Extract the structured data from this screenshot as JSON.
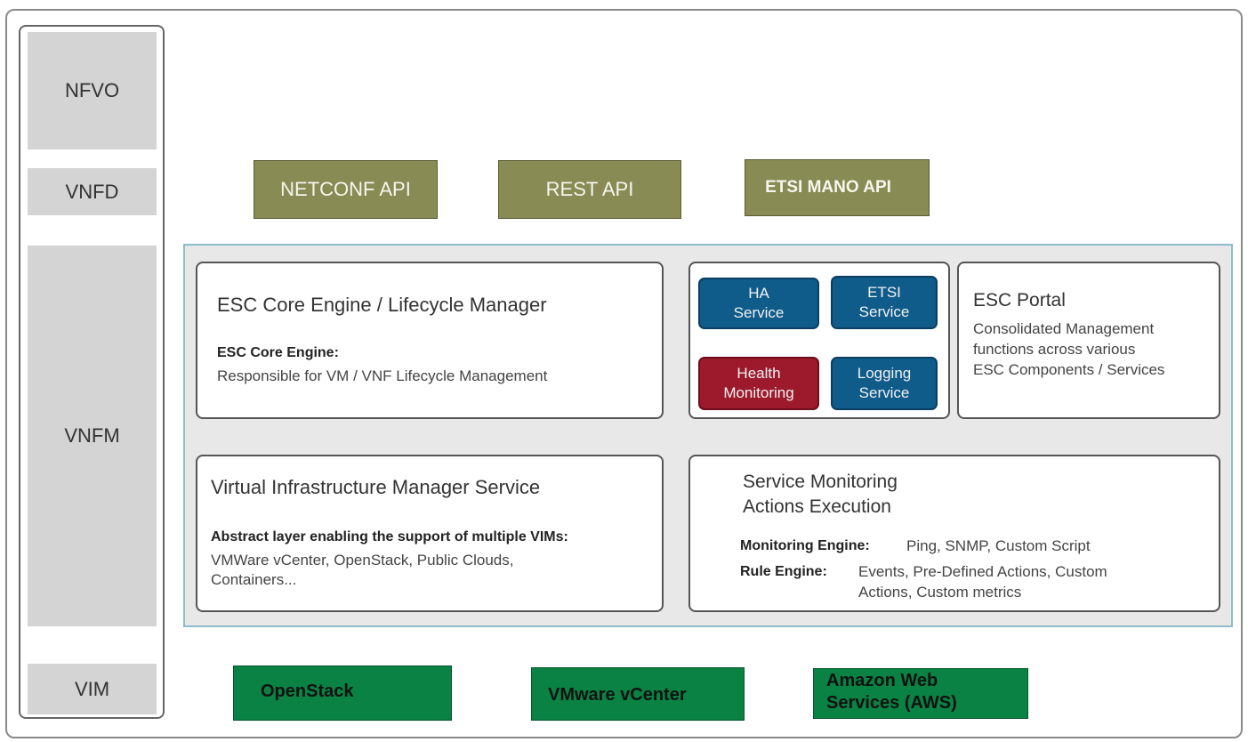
{
  "layers": {
    "nfvo": "NFVO",
    "vnfd": "VNFD",
    "vnfm": "VNFM",
    "vim": "VIM"
  },
  "apis": {
    "netconf": "NETCONF API",
    "rest": "REST API",
    "etsi_mano": "ETSI MANO API"
  },
  "core_engine": {
    "title": "ESC Core Engine / Lifecycle Manager",
    "bold_label": "ESC Core Engine:",
    "description": "Responsible for VM / VNF Lifecycle Management"
  },
  "services": {
    "ha": [
      "HA",
      "Service"
    ],
    "etsi": [
      "ETSI",
      "Service"
    ],
    "health": [
      "Health",
      "Monitoring"
    ],
    "logging": [
      "Logging",
      "Service"
    ]
  },
  "portal": {
    "title": "ESC Portal",
    "lines": [
      "Consolidated Management",
      "functions across various",
      "ESC Components / Services"
    ]
  },
  "vim_service": {
    "title": "Virtual Infrastructure Manager Service",
    "bold_label": "Abstract layer enabling the support of multiple VIMs:",
    "lines": [
      "VMWare vCenter, OpenStack, Public Clouds,",
      "Containers..."
    ]
  },
  "monitoring": {
    "title_lines": [
      "Service Monitoring",
      "Actions Execution"
    ],
    "monitoring_label": "Monitoring Engine:",
    "monitoring_value": "Ping, SNMP, Custom Script",
    "rule_label": "Rule Engine:",
    "rule_lines": [
      "Events, Pre-Defined Actions, Custom",
      "Actions, Custom metrics"
    ]
  },
  "vims": {
    "openstack": "OpenStack",
    "vmware": "VMware vCenter",
    "aws_lines": [
      "Amazon Web",
      "Services (AWS)"
    ]
  },
  "colors": {
    "api_olive": "#888b53",
    "service_blue": "#0f5b8a",
    "health_red": "#9c1a2c",
    "vim_green": "#0a8244",
    "layer_grey": "#d4d4d4"
  }
}
